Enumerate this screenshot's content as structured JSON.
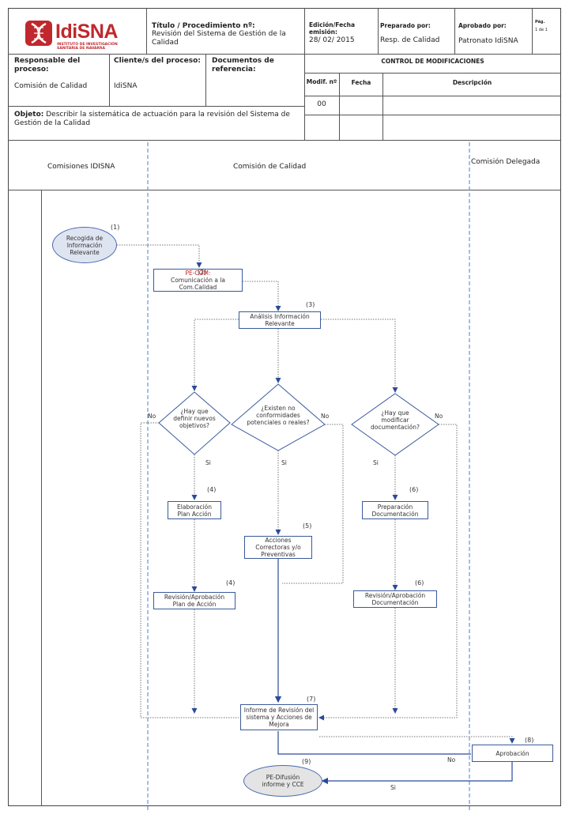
{
  "header": {
    "logo_text": "IdiSNA",
    "logo_subtitle_1": "INSTITUTO DE INVESTIGACIÓN",
    "logo_subtitle_2": "SANITARIA DE NAVARRA",
    "title_label": "Título / Procedimiento nº:",
    "title_value": "Revisión del Sistema de Gestión de la Calidad",
    "edition_label": "Edición/Fecha emisión:",
    "edition_value": "28/ 02/ 2015",
    "prepared_label": "Preparado por:",
    "prepared_value": "Resp. de Calidad",
    "approved_label": "Aprobado por:",
    "approved_value": "Patronato IdiSNA",
    "page_label": "Pág.",
    "page_value": "1 de 1"
  },
  "info": {
    "responsible_label": "Responsable del proceso:",
    "responsible_value": "Comisión de Calidad",
    "client_label": "Cliente/s del proceso:",
    "client_value": "IdiSNA",
    "docs_label": "Documentos de referencia:",
    "objective_label": "Objeto:",
    "objective_value": "Describir la sistemática de actuación para la revisión del Sistema de Gestión de la Calidad"
  },
  "modifications": {
    "title": "CONTROL DE MODIFICACIONES",
    "col_modif": "Modif. nº",
    "col_date": "Fecha",
    "col_desc": "Descripción",
    "rows": [
      {
        "modif": "00",
        "date": "",
        "desc": ""
      },
      {
        "modif": "",
        "date": "",
        "desc": ""
      }
    ]
  },
  "lanes": {
    "lane1": "Comisiones IDISNA",
    "lane2": "Comisión de Calidad",
    "lane3": "Comisión Delegada"
  },
  "flow": {
    "n1_num": "(1)",
    "n1_text": "Recogida de Información Relevante",
    "n2_prefix": "PE-COM:",
    "n2_num": "(2)",
    "n2_text": "Comunicación a la Com.Calidad",
    "n3_num": "(3)",
    "n3_text": "Análisis Información Relevante",
    "d1_text": "¿Hay que definir nuevos objetivos?",
    "d2_text": "¿Existen no conformidades potenciales o reales?",
    "d3_text": "¿Hay que modificar documentación?",
    "no": "No",
    "si": "Si",
    "n4a_num": "(4)",
    "n4a_text": "Elaboración Plan Acción",
    "n4b_num": "(4)",
    "n4b_text": "Revisión/Aprobación Plan de Acción",
    "n5_num": "(5)",
    "n5_text": "Acciones Correctoras y/o Preventivas",
    "n6a_num": "(6)",
    "n6a_text": "Preparación Documentación",
    "n6b_num": "(6)",
    "n6b_text": "Revisión/Aprobación Documentación",
    "n7_num": "(7)",
    "n7_text": "Informe de Revisión del sistema y Acciones de Mejora",
    "n8_num": "(8)",
    "n8_text": "Aprobación",
    "n9_num": "(9)",
    "n9_text": "PE-Difusión informe y CCE",
    "accent_color": "#c0282d",
    "lane_divider_color": "#4a7fd0",
    "flow_line_color": "#666666"
  }
}
